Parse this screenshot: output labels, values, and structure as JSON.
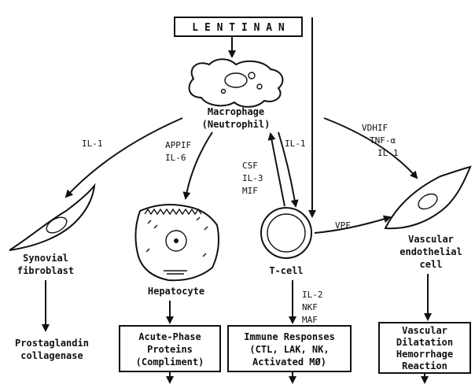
{
  "diagram": {
    "top_box": "L E N T I N A N",
    "macrophage": {
      "line1": "Macrophage",
      "line2": "(Neutrophil)"
    },
    "edges": {
      "to_fibroblast": "IL-1",
      "to_hepatocyte": [
        "APPIF",
        "IL-6"
      ],
      "to_macrophage": [
        "CSF",
        "IL-3",
        "MIF"
      ],
      "to_tcell": "IL-1",
      "to_endothelial": [
        "VDHIF",
        "TNF-α",
        "IL-1"
      ],
      "tcell_to_endothelial": "VPF",
      "tcell_down": [
        "IL-2",
        "NKF",
        "MAF"
      ]
    },
    "synovial": {
      "line1": "Synovial",
      "line2": "fibroblast"
    },
    "hepatocyte": "Hepatocyte",
    "tcell": "T-cell",
    "endothelial": {
      "line1": "Vascular",
      "line2": "endothelial",
      "line3": "cell"
    },
    "prostaglandin": {
      "line1": "Prostaglandin",
      "line2": "collagenase"
    },
    "box_acute": {
      "line1": "Acute-Phase",
      "line2": "Proteins",
      "line3": "(Compliment)"
    },
    "box_immune": {
      "line1": "Immune Responses",
      "line2": "(CTL, LAK, NK,",
      "line3": "Activated MØ)"
    },
    "box_vascular": {
      "line1": "Vascular",
      "line2": "Dilatation",
      "line3": "Hemorrhage",
      "line4": "Reaction"
    }
  }
}
